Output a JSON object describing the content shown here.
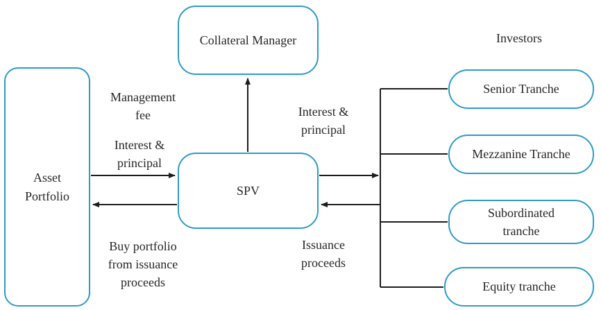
{
  "diagram": {
    "colors": {
      "node_border": "#2e9ac8",
      "line": "#1c1c1c",
      "text": "#262626",
      "background": "#ffffff"
    },
    "nodes": {
      "asset_portfolio": "Asset\nPortfolio",
      "collateral_manager": "Collateral Manager",
      "spv": "SPV",
      "investors_heading": "Investors",
      "tranches": [
        "Senior Tranche",
        "Mezzanine Tranche",
        "Subordinated\ntranche",
        "Equity tranche"
      ]
    },
    "edge_labels": {
      "management_fee": "Management\nfee",
      "interest_principal_to_spv": "Interest &\nprincipal",
      "interest_principal_to_investors": "Interest &\nprincipal",
      "buy_portfolio": "Buy portfolio\nfrom issuance\nproceeds",
      "issuance_proceeds": "Issuance\nproceeds"
    }
  }
}
